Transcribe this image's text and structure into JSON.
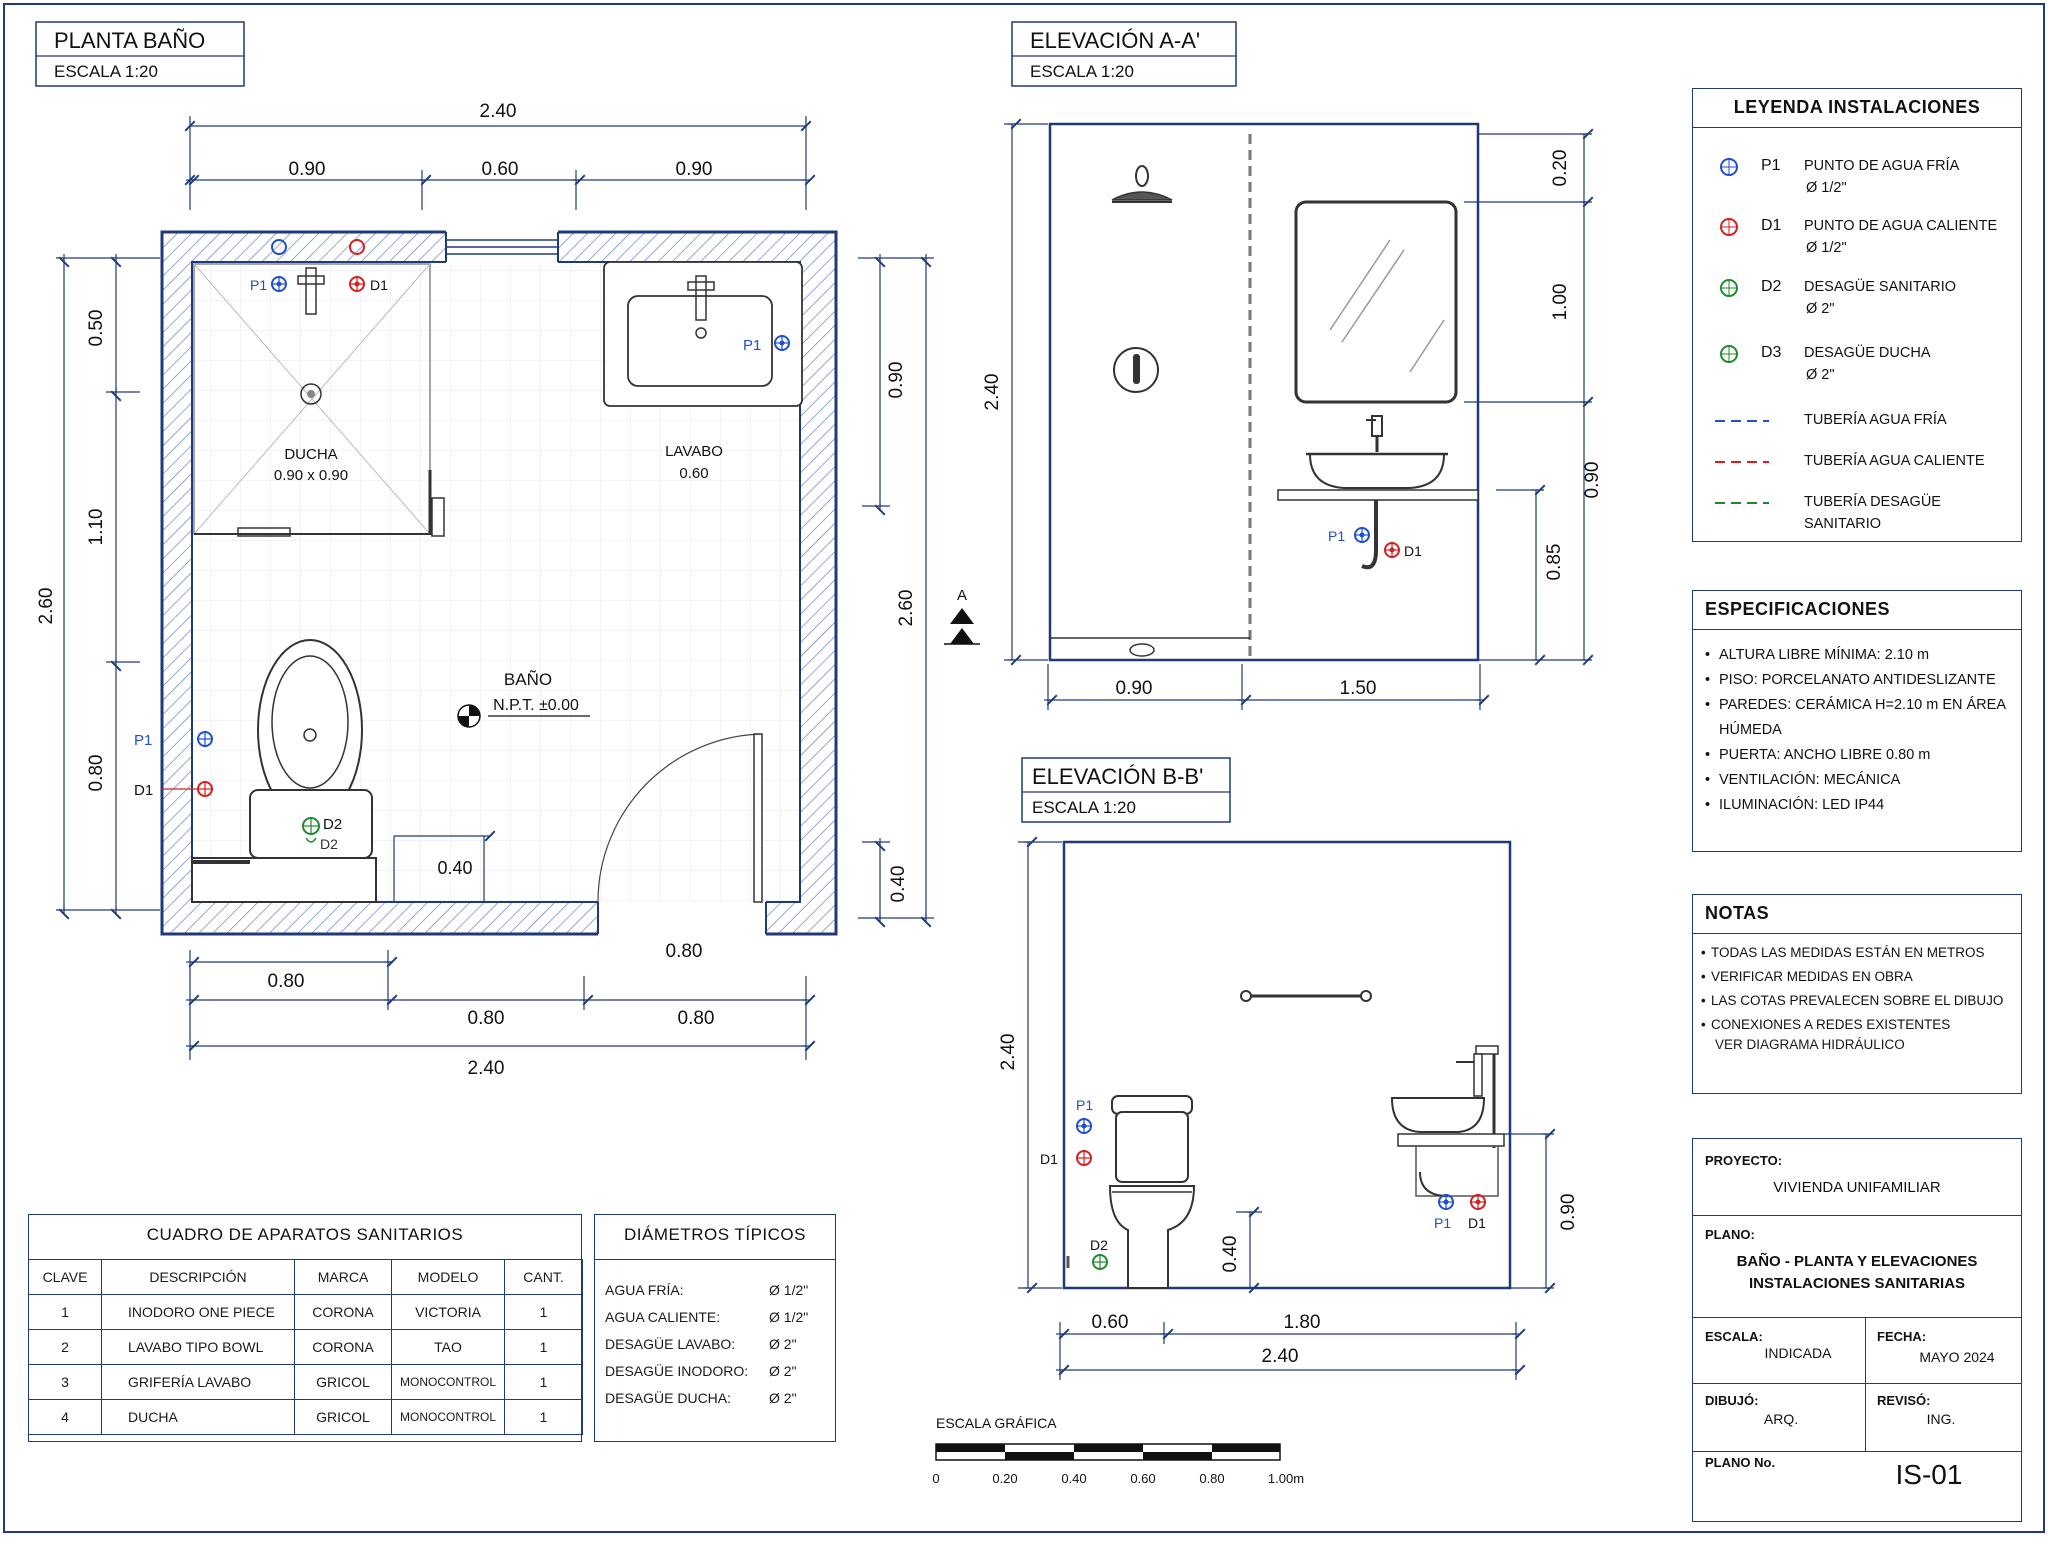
{
  "plan": {
    "title": "PLANTA BAÑO",
    "scale": "ESCALA 1:20",
    "dims_top": {
      "total": "2.40",
      "a": "0.90",
      "b": "0.60",
      "c": "0.90"
    },
    "dims_left": {
      "total": "2.60",
      "a": "0.50",
      "b": "1.10",
      "c": "0.80"
    },
    "dims_right": {
      "total": "2.60",
      "a": "0.90",
      "b": "0.40"
    },
    "dims_bottom": {
      "a": "0.80",
      "b": "0.80",
      "c": "0.80",
      "total": "2.40",
      "door": "0.80"
    },
    "dim_inner": "0.40",
    "shower_label": "DUCHA",
    "shower_size": "0.90 x 0.90",
    "sink_label": "LAVABO",
    "sink_size": "0.60",
    "room_label": "BAÑO",
    "room_level": "N.P.T. ±0.00",
    "section_mark": "A",
    "p1": "P1",
    "d1": "D1",
    "d2": "D2"
  },
  "elev_a": {
    "title": "ELEVACIÓN A-A'",
    "scale": "ESCALA 1:20",
    "height": "2.40",
    "dims_bottom": {
      "a": "0.90",
      "b": "1.50"
    },
    "dims_right": {
      "a": "0.20",
      "b": "1.00",
      "c": "0.90",
      "d": "0.85"
    },
    "p1": "P1",
    "d1": "D1"
  },
  "elev_b": {
    "title": "ELEVACIÓN B-B'",
    "scale": "ESCALA 1:20",
    "height": "2.40",
    "dim_d2": "0.40",
    "dim_right": "0.90",
    "dims_bottom": {
      "a": "0.60",
      "b": "1.80",
      "total": "2.40"
    },
    "p1": "P1",
    "d1": "D1",
    "d2": "D2"
  },
  "legend": {
    "title": "LEYENDA INSTALACIONES",
    "items": [
      {
        "code": "P1",
        "text": "PUNTO DE AGUA FRÍA",
        "sub": "Ø  1/2\"",
        "color": "#1f4fd1"
      },
      {
        "code": "D1",
        "text": "PUNTO DE AGUA CALIENTE",
        "sub": "Ø  1/2\"",
        "color": "#d42020"
      },
      {
        "code": "D2",
        "text": "DESAGÜE SANITARIO",
        "sub": "Ø  2\"",
        "color": "#1e8a2e"
      },
      {
        "code": "D3",
        "text": "DESAGÜE DUCHA",
        "sub": "Ø  2\"",
        "color": "#1e8a2e"
      }
    ],
    "lines": [
      {
        "text": "TUBERÍA AGUA FRÍA",
        "color": "#1f4fd1"
      },
      {
        "text": "TUBERÍA AGUA CALIENTE",
        "color": "#d42020"
      },
      {
        "text": "TUBERÍA DESAGÜE SANITARIO",
        "color": "#1e8a2e"
      }
    ]
  },
  "specs": {
    "title": "ESPECIFICACIONES",
    "items": [
      "ALTURA LIBRE MÍNIMA: 2.10 m",
      "PISO: PORCELANATO ANTIDESLIZANTE",
      "PAREDES: CERÁMICA H=2.10 m EN ÁREA HÚMEDA",
      "PUERTA: ANCHO LIBRE 0.80 m",
      "VENTILACIÓN: MECÁNICA",
      "ILUMINACIÓN: LED IP44"
    ]
  },
  "notes": {
    "title": "NOTAS",
    "items": [
      "TODAS LAS MEDIDAS ESTÁN EN METROS",
      "VERIFICAR MEDIDAS EN OBRA",
      "LAS COTAS PREVALECEN SOBRE EL DIBUJO",
      "CONEXIONES A REDES EXISTENTES"
    ],
    "extra": "VER DIAGRAMA HIDRÁULICO"
  },
  "title_block": {
    "project_label": "PROYECTO:",
    "project": "VIVIENDA UNIFAMILIAR",
    "plan_label": "PLANO:",
    "plan_line1": "BAÑO - PLANTA Y ELEVACIONES",
    "plan_line2": "INSTALACIONES SANITARIAS",
    "scale_label": "ESCALA:",
    "scale": "INDICADA",
    "date_label": "FECHA:",
    "date": "MAYO 2024",
    "drawn_label": "DIBUJÓ:",
    "drawn": "ARQ.",
    "checked_label": "REVISÓ:",
    "checked": "ING.",
    "sheet_label": "PLANO No.",
    "sheet": "IS-01"
  },
  "fixtures": {
    "title": "CUADRO DE APARATOS SANITARIOS",
    "headers": [
      "CLAVE",
      "DESCRIPCIÓN",
      "MARCA",
      "MODELO",
      "CANT."
    ],
    "rows": [
      [
        "1",
        "INODORO ONE PIECE",
        "CORONA",
        "VICTORIA",
        "1"
      ],
      [
        "2",
        "LAVABO TIPO BOWL",
        "CORONA",
        "TAO",
        "1"
      ],
      [
        "3",
        "GRIFERÍA LAVABO",
        "GRICOL",
        "MONOCONTROL",
        "1"
      ],
      [
        "4",
        "DUCHA",
        "GRICOL",
        "MONOCONTROL",
        "1"
      ]
    ]
  },
  "diameters": {
    "title": "DIÁMETROS TÍPICOS",
    "rows": [
      {
        "label": "AGUA FRÍA:",
        "value": "Ø  1/2\""
      },
      {
        "label": "AGUA CALIENTE:",
        "value": "Ø  1/2\""
      },
      {
        "label": "DESAGÜE LAVABO:",
        "value": "Ø  2\""
      },
      {
        "label": "DESAGÜE INODORO:",
        "value": "Ø  2\""
      },
      {
        "label": "DESAGÜE DUCHA:",
        "value": "Ø  2\""
      }
    ]
  },
  "graphic_scale": {
    "title": "ESCALA GRÁFICA",
    "ticks": [
      "0",
      "0.20",
      "0.40",
      "0.60",
      "0.80",
      "1.00m"
    ]
  }
}
